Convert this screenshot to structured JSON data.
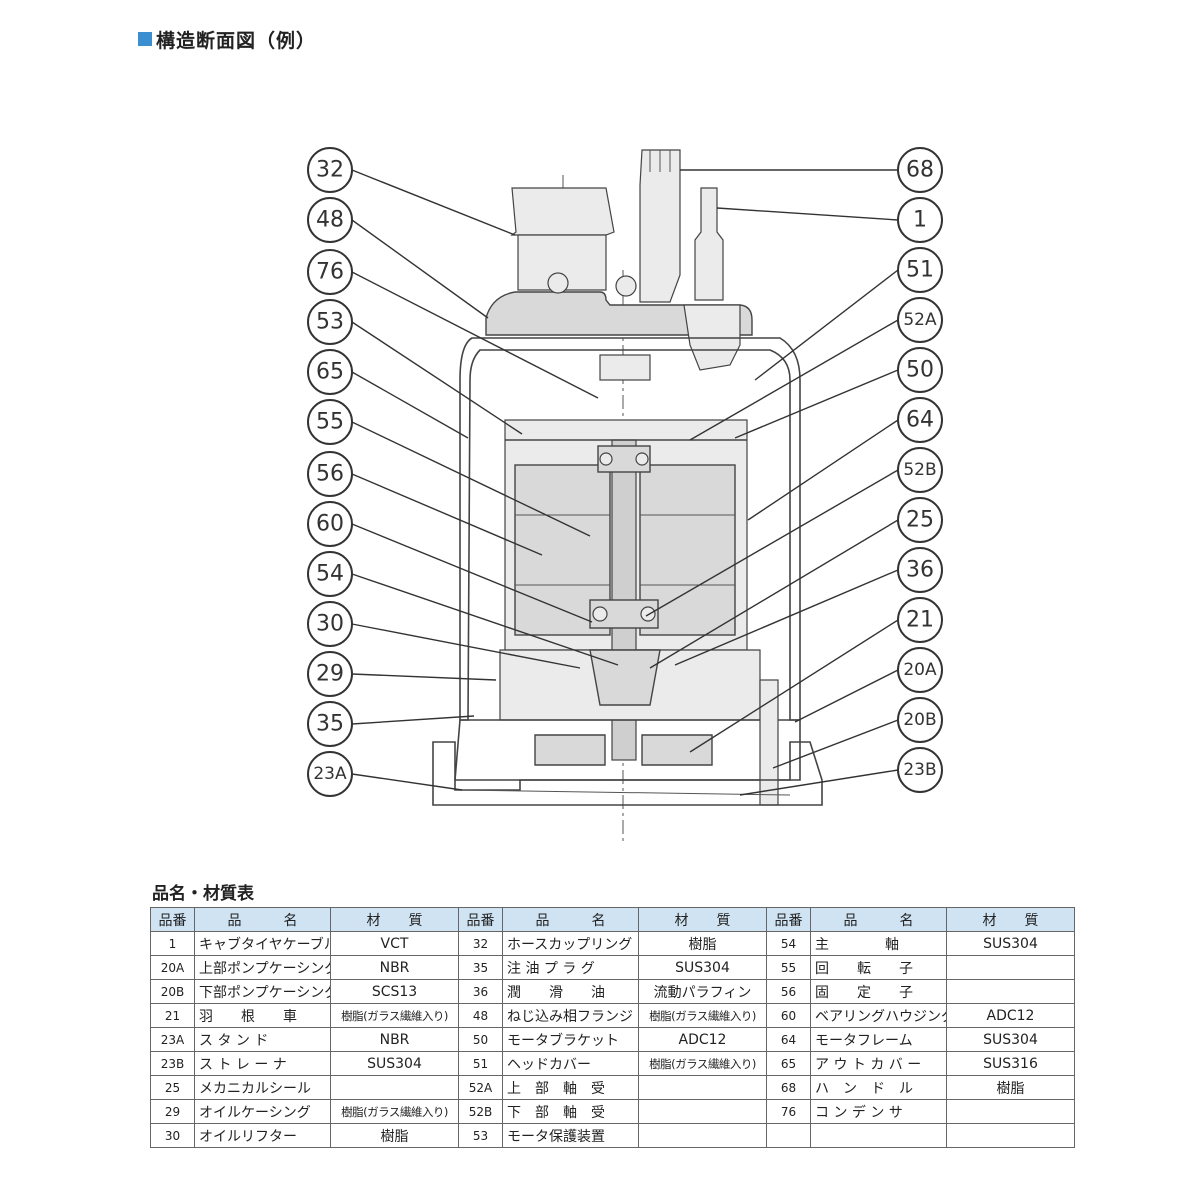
{
  "header": {
    "title": "構造断面図（例）"
  },
  "callouts_left": [
    "32",
    "48",
    "76",
    "53",
    "65",
    "55",
    "56",
    "60",
    "54",
    "30",
    "29",
    "35",
    "23A"
  ],
  "callouts_right": [
    "68",
    "1",
    "51",
    "52A",
    "50",
    "64",
    "52B",
    "25",
    "36",
    "21",
    "20A",
    "20B",
    "23B"
  ],
  "table": {
    "title": "品名・材質表",
    "headers": {
      "no": "品番",
      "name": "品　　　名",
      "material": "材　　質"
    },
    "rows": [
      [
        {
          "no": "1",
          "name": "キャブタイヤケーブル",
          "material": "VCT"
        },
        {
          "no": "32",
          "name": "ホースカップリング",
          "material": "樹脂"
        },
        {
          "no": "54",
          "name": "主　　　　軸",
          "material": "SUS304"
        }
      ],
      [
        {
          "no": "20A",
          "name": "上部ポンプケーシング",
          "material": "NBR"
        },
        {
          "no": "35",
          "name": "注 油 プ ラ グ",
          "material": "SUS304"
        },
        {
          "no": "55",
          "name": "回　　転　　子",
          "material": ""
        }
      ],
      [
        {
          "no": "20B",
          "name": "下部ポンプケーシング",
          "material": "SCS13"
        },
        {
          "no": "36",
          "name": "潤　　滑　　油",
          "material": "流動パラフィン"
        },
        {
          "no": "56",
          "name": "固　　定　　子",
          "material": ""
        }
      ],
      [
        {
          "no": "21",
          "name": "羽　　根　　車",
          "material": "樹脂(ガラス繊維入り)"
        },
        {
          "no": "48",
          "name": "ねじ込み相フランジ",
          "material": "樹脂(ガラス繊維入り)"
        },
        {
          "no": "60",
          "name": "ベアリングハウジング",
          "material": "ADC12"
        }
      ],
      [
        {
          "no": "23A",
          "name": "ス タ ン ド",
          "material": "NBR"
        },
        {
          "no": "50",
          "name": "モータブラケット",
          "material": "ADC12"
        },
        {
          "no": "64",
          "name": "モータフレーム",
          "material": "SUS304"
        }
      ],
      [
        {
          "no": "23B",
          "name": "ス ト レ ー ナ",
          "material": "SUS304"
        },
        {
          "no": "51",
          "name": "ヘッドカバー",
          "material": "樹脂(ガラス繊維入り)"
        },
        {
          "no": "65",
          "name": "ア ウ ト カ バ ー",
          "material": "SUS316"
        }
      ],
      [
        {
          "no": "25",
          "name": "メカニカルシール",
          "material": ""
        },
        {
          "no": "52A",
          "name": "上　部　軸　受",
          "material": ""
        },
        {
          "no": "68",
          "name": "ハ　ン　ド　ル",
          "material": "樹脂"
        }
      ],
      [
        {
          "no": "29",
          "name": "オイルケーシング",
          "material": "樹脂(ガラス繊維入り)"
        },
        {
          "no": "52B",
          "name": "下　部　軸　受",
          "material": ""
        },
        {
          "no": "76",
          "name": "コ ン デ ン サ",
          "material": ""
        }
      ],
      [
        {
          "no": "30",
          "name": "オイルリフター",
          "material": "樹脂"
        },
        {
          "no": "53",
          "name": "モータ保護装置",
          "material": ""
        },
        {
          "no": "",
          "name": "",
          "material": ""
        }
      ]
    ]
  }
}
